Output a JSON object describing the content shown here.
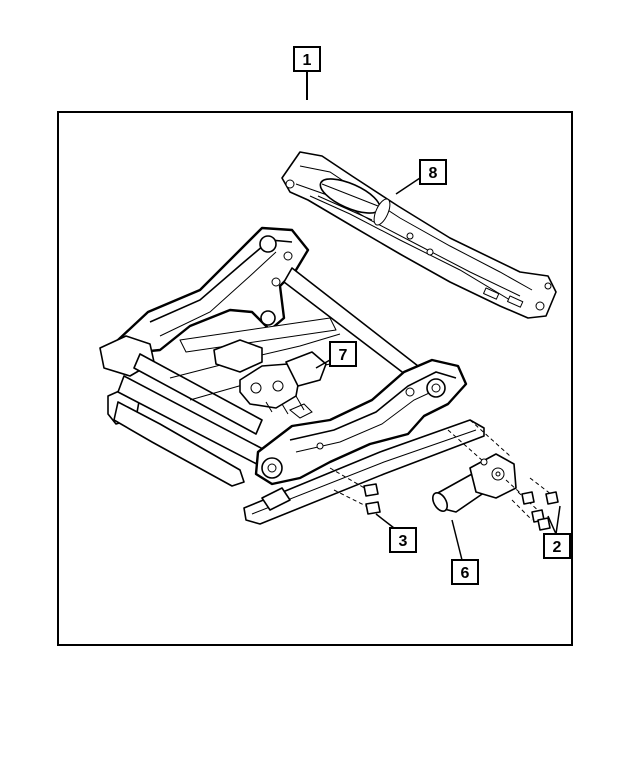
{
  "callouts": [
    {
      "id": "1",
      "label": "1"
    },
    {
      "id": "2",
      "label": "2"
    },
    {
      "id": "3",
      "label": "3"
    },
    {
      "id": "6",
      "label": "6"
    },
    {
      "id": "7",
      "label": "7"
    },
    {
      "id": "8",
      "label": "8"
    }
  ],
  "colors": {
    "ink": "#000000",
    "background": "#ffffff"
  }
}
